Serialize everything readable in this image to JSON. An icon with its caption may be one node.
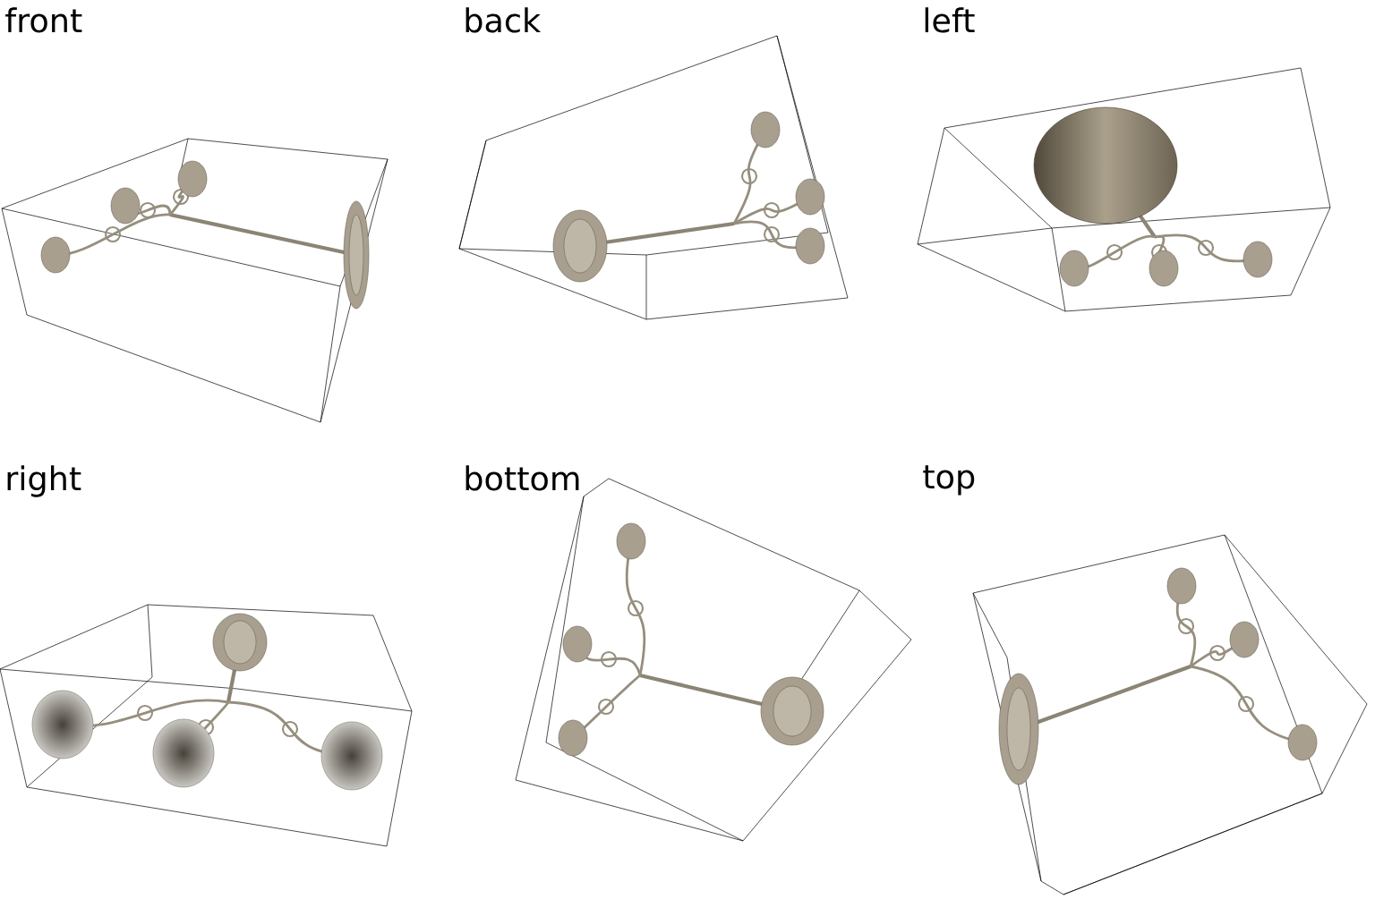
{
  "diagram": {
    "labels": [
      "front",
      "back",
      "left",
      "right",
      "bottom",
      "top"
    ]
  }
}
